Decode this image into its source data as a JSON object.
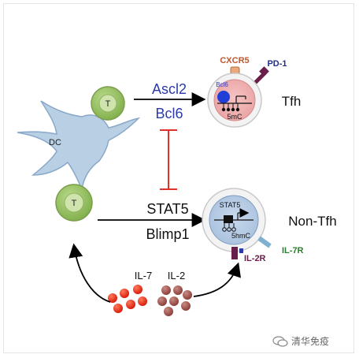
{
  "cells": {
    "dc": "DC",
    "t_cell_top": "T",
    "t_cell_bottom": "T"
  },
  "arrows": {
    "upper_factors": [
      "Ascl2",
      "Bcl6"
    ],
    "lower_factors": [
      "STAT5",
      "Blimp1"
    ]
  },
  "tfh_cell": {
    "name": "Tfh",
    "receptor_cxcr5": "CXCR5",
    "receptor_pd1": "PD-1",
    "gene": "Bcl6",
    "mark": "5mC"
  },
  "nontfh_cell": {
    "name": "Non-Tfh",
    "gene": "STAT5",
    "mark": "5hmC",
    "receptor_il7r": "IL-7R",
    "receptor_il2r": "IL-2R"
  },
  "cytokines": {
    "il7": "IL-7",
    "il2": "IL-2"
  },
  "watermark": "清华免疫",
  "colors": {
    "upper_factor_text": "#2b3aa8",
    "inhibition": "#e0322a",
    "cxcr5": "#c0572f",
    "pd1": "#1f2f8a",
    "il7r": "#2e7d32",
    "il2r": "#6a1f4a",
    "il7_dots": "#e8321e",
    "il2_dots": "#9c4a45"
  }
}
